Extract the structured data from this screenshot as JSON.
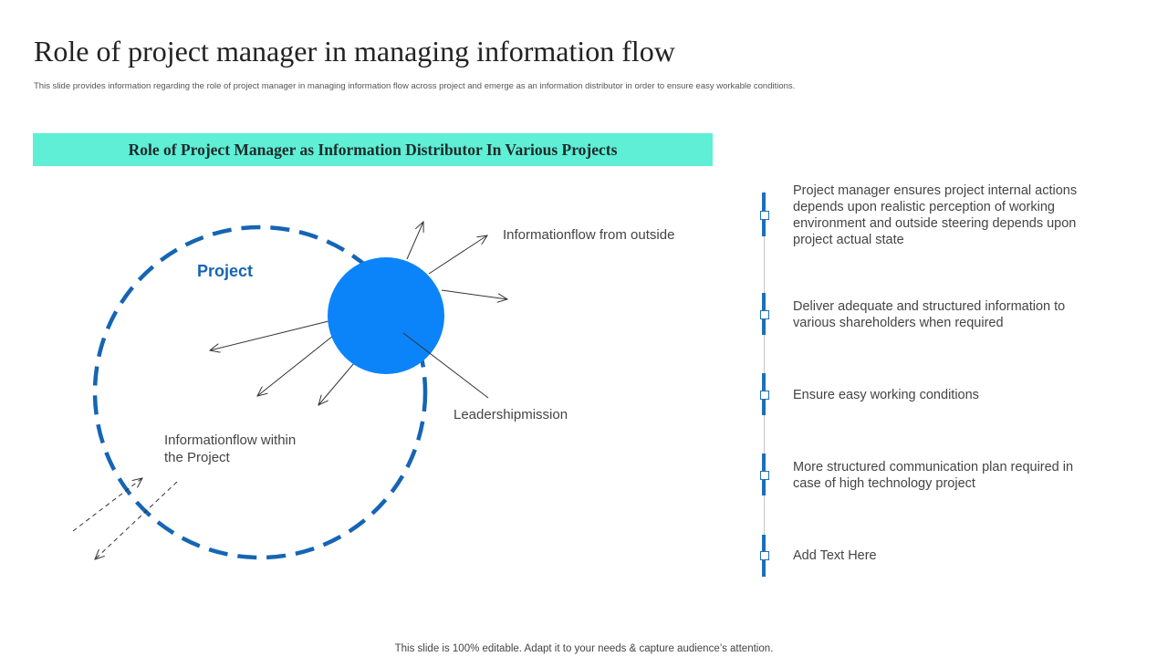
{
  "slide": {
    "title": "Role of project manager in managing information flow",
    "subtitle": "This slide provides information regarding the role of project manager in managing information flow across project and emerge as an information distributor in order to ensure easy workable conditions.",
    "banner": "Role of Project Manager as Information Distributor In Various Projects",
    "footer": "This slide is 100% editable. Adapt it to your needs & capture audience’s attention."
  },
  "diagram": {
    "project_label": "Project",
    "outside_label": "Informationflow  from outside",
    "leadership_label": "Leadershipmission",
    "within_label": "Informationflow  within the Project"
  },
  "points": [
    {
      "text": "Project manager ensures project internal actions depends upon realistic perception of working environment and outside steering depends upon project actual state"
    },
    {
      "text": "Deliver adequate and structured information to various shareholders when required"
    },
    {
      "text": "Ensure easy working conditions"
    },
    {
      "text": "More structured communication plan required in case of high technology project"
    },
    {
      "text": "Add Text Here"
    }
  ],
  "colors": {
    "accent": "#1565b4",
    "banner": "#5eefd6",
    "sphere": "#0b84f9"
  }
}
